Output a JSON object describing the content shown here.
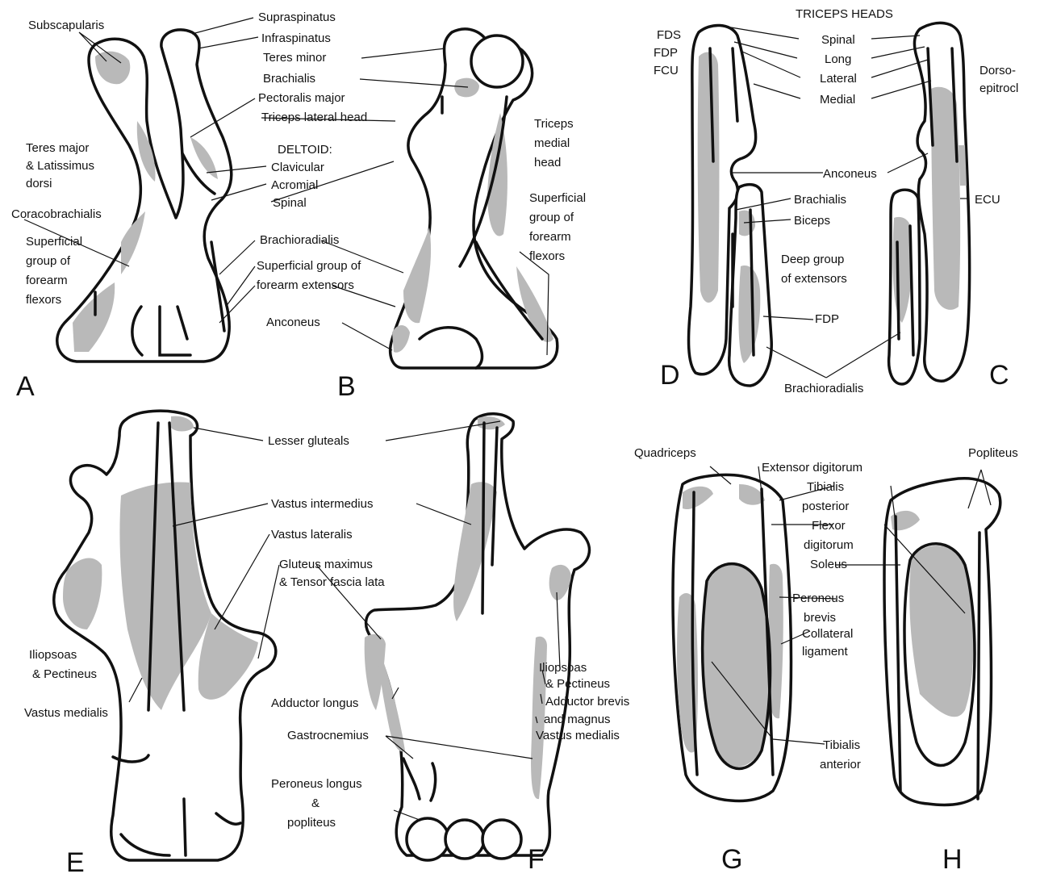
{
  "panels": {
    "A": {
      "letter": "A",
      "labels": {
        "subscapularis": "Subscapularis",
        "teres": "Teres major",
        "teres2": "& Latissimus",
        "teres3": "dorsi",
        "coraco": "Coracobrachialis",
        "flex1": "Superficial",
        "flex2": "group of",
        "flex3": "forearm",
        "flex4": "flexors"
      }
    },
    "B": {
      "letter": "B",
      "labels": {
        "supra": "Supraspinatus",
        "infra": "Infraspinatus",
        "teresminor": "Teres minor",
        "brachialis": "Brachialis",
        "pectoralis": "Pectoralis major",
        "tricepslat": "Triceps lateral head",
        "deltoid": "DELTOID:",
        "clavicular": "Clavicular",
        "acromial": "Acromial",
        "spinal": "Spinal",
        "brachiorad": "Brachioradialis",
        "ext1": "Superficial group of",
        "ext2": "forearm extensors",
        "anconeus": "Anconeus",
        "tri1": "Triceps",
        "tri2": "medial",
        "tri3": "head",
        "sf1": "Superficial",
        "sf2": "group of",
        "sf3": "forearm",
        "sf4": "flexors"
      }
    },
    "C": {
      "letter": "C",
      "labels": {
        "dorso1": "Dorso-",
        "dorso2": "epitrocl",
        "ecu": "ECU",
        "anconeus": "Anconeus",
        "deep1": "Deep group",
        "deep2": "of extensors"
      }
    },
    "D": {
      "letter": "D",
      "labels": {
        "heads": "TRICEPS HEADS",
        "spinal": "Spinal",
        "long": "Long",
        "lateral": "Lateral",
        "medial": "Medial",
        "fds": "FDS",
        "fdp": "FDP",
        "fcu": "FCU",
        "brachialis": "Brachialis",
        "biceps": "Biceps",
        "fdp2": "FDP",
        "brachiorad": "Brachioradialis"
      }
    },
    "E": {
      "letter": "E",
      "labels": {
        "iliopsoas": "Iliopsoas",
        "pectineus": "& Pectineus",
        "vmedialis": "Vastus medialis"
      }
    },
    "F": {
      "letter": "F",
      "labels": {
        "lessergluteals": "Lesser gluteals",
        "vintermedius": "Vastus intermedius",
        "vlateralis": "Vastus lateralis",
        "glutmax": "Gluteus maximus",
        "tensor": "& Tensor fascia lata",
        "iliopsoas": "Iliopsoas",
        "pectineus": "& Pectineus",
        "addbrevis": "Adductor brevis",
        "addmagnus": "and magnus",
        "vmedialis": "Vastus medialis",
        "addlongus": "Adductor longus",
        "gastro": "Gastrocnemius",
        "peroneus": "Peroneus longus",
        "amp": "&",
        "popliteus": "popliteus"
      }
    },
    "G": {
      "letter": "G",
      "labels": {
        "quadriceps": "Quadriceps",
        "extdig": "Extensor digitorum",
        "tibpost1": "Tibialis",
        "tibpost2": "posterior",
        "flexdig1": "Flexor",
        "flexdig2": "digitorum",
        "soleus": "Soleus",
        "perbrevis1": "Peroneus",
        "perbrevis2": "brevis",
        "coll1": "Collateral",
        "coll2": "ligament",
        "tibant1": "Tibialis",
        "tibant2": "anterior"
      }
    },
    "H": {
      "letter": "H",
      "labels": {
        "popliteus": "Popliteus"
      }
    }
  }
}
